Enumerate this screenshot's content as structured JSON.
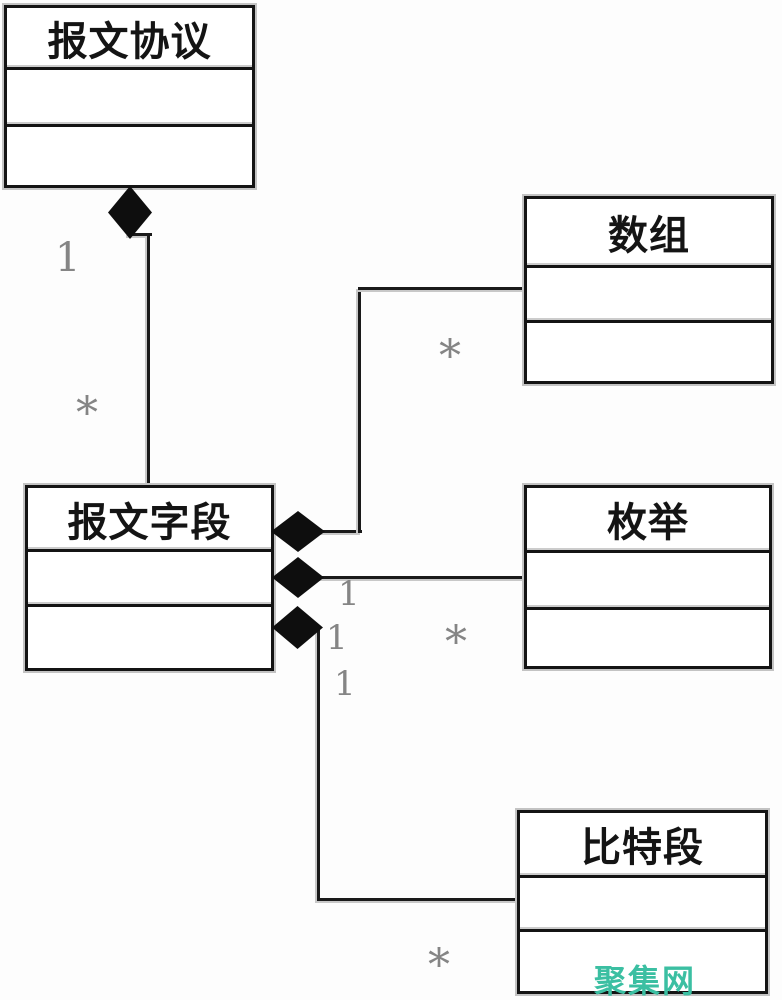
{
  "diagram": {
    "kind": "uml-class-diagram",
    "classes": [
      {
        "name": "报文协议",
        "compartments": [
          "",
          ""
        ]
      },
      {
        "name": "数组",
        "compartments": [
          "",
          ""
        ]
      },
      {
        "name": "报文字段",
        "compartments": [
          "",
          ""
        ]
      },
      {
        "name": "枚举",
        "compartments": [
          "",
          ""
        ]
      },
      {
        "name": "比特段",
        "compartments": [
          "",
          ""
        ]
      }
    ],
    "associations": [
      {
        "type": "composition",
        "whole": "报文协议",
        "part": "报文字段",
        "whole_multiplicity": "1",
        "part_multiplicity": "*"
      },
      {
        "type": "composition",
        "whole": "报文字段",
        "part": "数组",
        "whole_multiplicity": "1",
        "part_multiplicity": "*"
      },
      {
        "type": "composition",
        "whole": "报文字段",
        "part": "枚举",
        "whole_multiplicity": "1",
        "part_multiplicity": "*"
      },
      {
        "type": "composition",
        "whole": "报文字段",
        "part": "比特段",
        "whole_multiplicity": "1",
        "part_multiplicity": "*"
      }
    ],
    "colors": {
      "line": "#1a1a1a",
      "box_border": "#141414",
      "multiplicity_label": "#858585"
    }
  },
  "watermark": {
    "text": "聚集网",
    "color": "#3bbfa2"
  }
}
